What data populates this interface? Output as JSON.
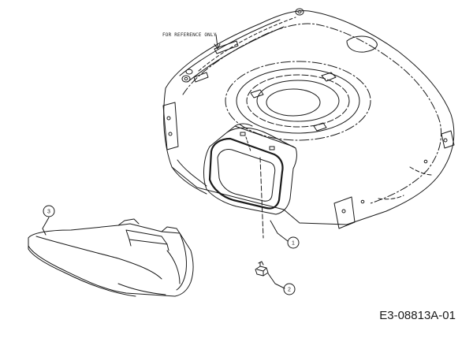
{
  "reference_note": "FOR REFERENCE ONLY",
  "figure_code": "E3-08813A-01",
  "callouts": [
    {
      "number": "1",
      "label": "1"
    },
    {
      "number": "2",
      "label": "2"
    },
    {
      "number": "3",
      "label": "3"
    }
  ],
  "colors": {
    "line": "#1a1a1a",
    "background": "#ffffff"
  }
}
